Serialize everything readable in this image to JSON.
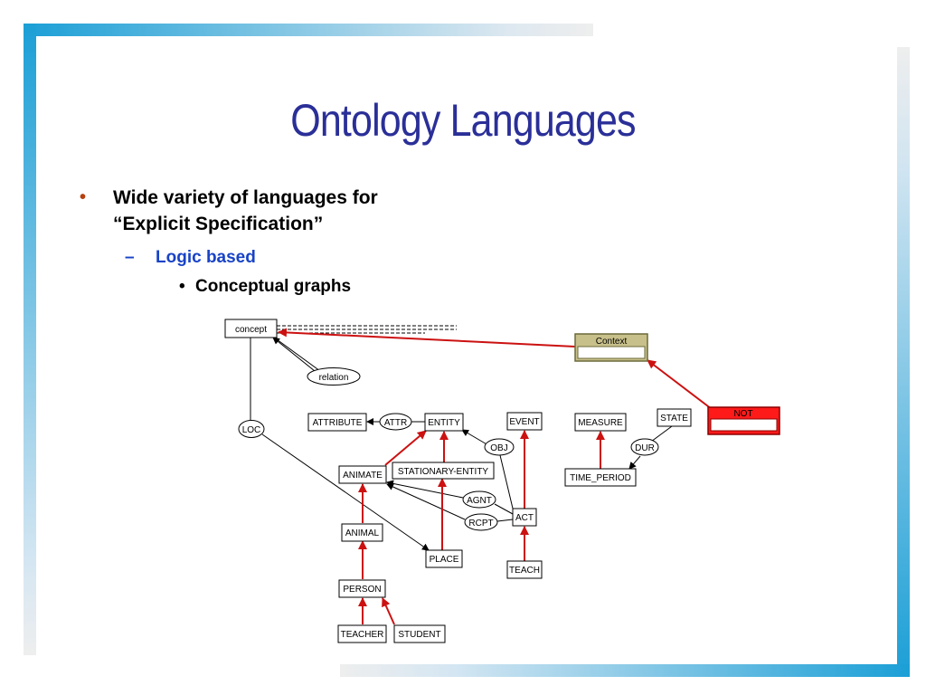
{
  "slide": {
    "title": "Ontology Languages",
    "bullet_1_line_1": "Wide variety of languages for",
    "bullet_1_line_2": "“Explicit Specification”",
    "sub_bullet": "Logic based",
    "sub_sub_bullet": "Conceptual graphs",
    "bullet_glyph": "•",
    "dash_glyph": "–"
  },
  "diagram": {
    "nodes": {
      "concept": "concept",
      "relation": "relation",
      "context": "Context",
      "not": "NOT",
      "loc": "LOC",
      "attribute": "ATTRIBUTE",
      "attr": "ATTR",
      "entity": "ENTITY",
      "event": "EVENT",
      "measure": "MEASURE",
      "state": "STATE",
      "obj": "OBJ",
      "dur": "DUR",
      "animate": "ANIMATE",
      "stationary_entity": "STATIONARY-ENTITY",
      "time_period": "TIME_PERIOD",
      "agnt": "AGNT",
      "rcpt": "RCPT",
      "act": "ACT",
      "animal": "ANIMAL",
      "place": "PLACE",
      "teach": "TEACH",
      "person": "PERSON",
      "teacher": "TEACHER",
      "student": "STUDENT"
    },
    "colors": {
      "red_link": "#cc1111",
      "black_link": "#000000",
      "context_fill": "#c8c08a",
      "context_border": "#6b6a3a",
      "not_fill": "#ff1a1a",
      "not_border": "#8b0000"
    }
  }
}
